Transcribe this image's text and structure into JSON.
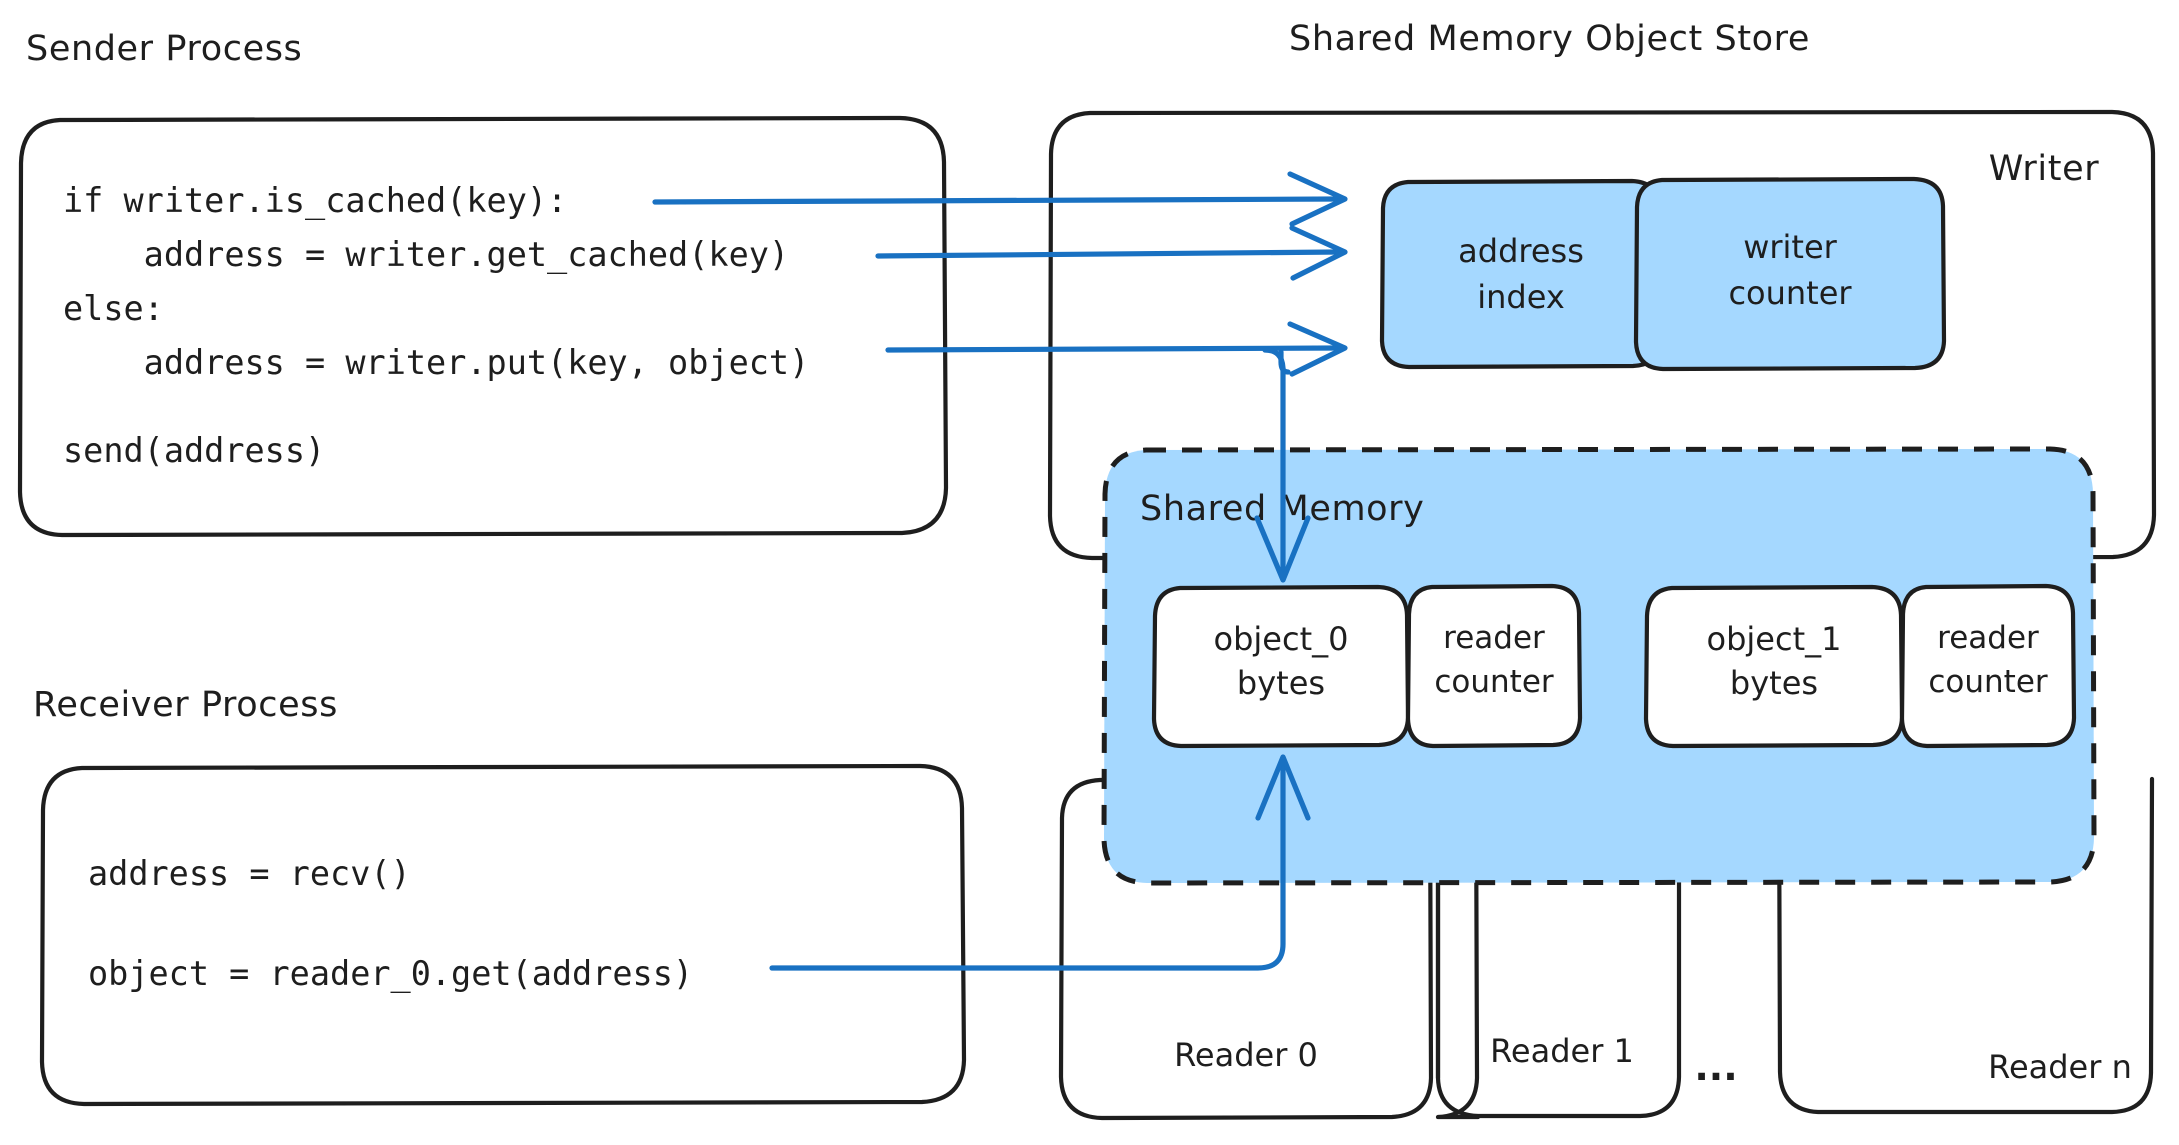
{
  "diagram": {
    "title_sender": "Sender Process",
    "title_receiver": "Receiver Process",
    "title_store": "Shared Memory Object Store",
    "writer_label": "Writer",
    "shared_memory_label": "Shared Memory",
    "ellipsis": "...",
    "colors": {
      "blue_fill": "#a5d8ff",
      "arrow_blue": "#1971c2",
      "stroke_black": "#1e1e1e",
      "white": "#ffffff"
    }
  },
  "sender_code": {
    "lines": [
      "if writer.is_cached(key):",
      "    address = writer.get_cached(key)",
      "else:",
      "    address = writer.put(key, object)",
      "",
      "send(address)"
    ]
  },
  "receiver_code": {
    "lines": [
      "address = recv()",
      "",
      "object = reader_0.get(address)"
    ]
  },
  "writer_cells": [
    {
      "name": "address-index",
      "line1": "address",
      "line2": "index",
      "fill": "blue"
    },
    {
      "name": "writer-counter",
      "line1": "writer",
      "line2": "counter",
      "fill": "blue"
    }
  ],
  "shared_memory_slots": [
    {
      "object": {
        "name": "object-0-bytes",
        "line1": "object_0",
        "line2": "bytes"
      },
      "counter": {
        "name": "reader-counter-0",
        "line1": "reader",
        "line2": "counter"
      }
    },
    {
      "object": {
        "name": "object-1-bytes",
        "line1": "object_1",
        "line2": "bytes"
      },
      "counter": {
        "name": "reader-counter-1",
        "line1": "reader",
        "line2": "counter"
      }
    }
  ],
  "readers": [
    {
      "name": "reader-0",
      "label": "Reader 0"
    },
    {
      "name": "reader-1",
      "label": "Reader 1"
    },
    {
      "name": "reader-n",
      "label": "Reader n"
    }
  ],
  "arrows": [
    {
      "name": "arrow-is-cached-to-address-index",
      "from": "if writer.is_cached(key):",
      "to": "address index"
    },
    {
      "name": "arrow-get-cached-to-address-index",
      "from": "address = writer.get_cached(key)",
      "to": "address index"
    },
    {
      "name": "arrow-put-to-address-index-and-object0",
      "from": "address = writer.put(key, object)",
      "to": "address index / object_0 bytes"
    },
    {
      "name": "arrow-reader-get-to-object0",
      "from": "object = reader_0.get(address)",
      "to": "object_0 bytes"
    }
  ]
}
